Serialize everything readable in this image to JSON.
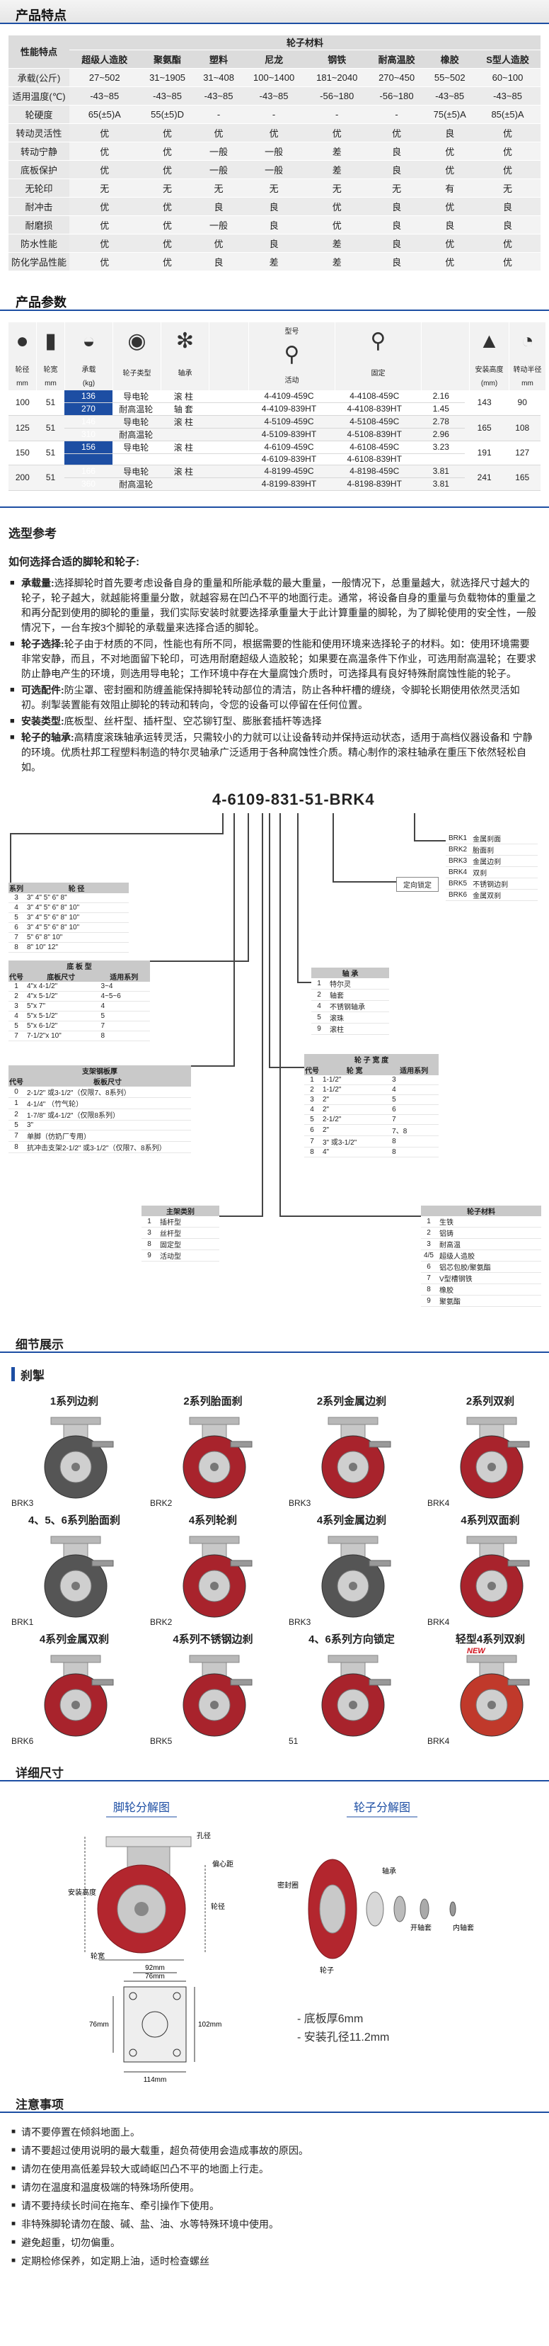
{
  "features": {
    "title": "产品特点",
    "material_header": "轮子材料",
    "row_header": "性能特点",
    "columns": [
      "超级人造胶",
      "聚氨酯",
      "塑料",
      "尼龙",
      "钢铁",
      "耐高温胶",
      "橡胶",
      "S型人造胶"
    ],
    "rows": [
      {
        "label": "承载(公斤)",
        "cells": [
          "27~502",
          "31~1905",
          "31~408",
          "100~1400",
          "181~2040",
          "270~450",
          "55~502",
          "60~100"
        ]
      },
      {
        "label": "适用温度(℃)",
        "cells": [
          "-43~85",
          "-43~85",
          "-43~85",
          "-43~85",
          "-56~180",
          "-56~180",
          "-43~85",
          "-43~85"
        ]
      },
      {
        "label": "轮硬度",
        "cells": [
          "65(±5)A",
          "55(±5)D",
          "-",
          "-",
          "-",
          "-",
          "75(±5)A",
          "85(±5)A"
        ]
      },
      {
        "label": "转动灵活性",
        "cells": [
          "优",
          "优",
          "优",
          "优",
          "优",
          "优",
          "良",
          "优"
        ]
      },
      {
        "label": "转动宁静",
        "cells": [
          "优",
          "优",
          "一般",
          "一般",
          "差",
          "良",
          "优",
          "优"
        ]
      },
      {
        "label": "底板保护",
        "cells": [
          "优",
          "优",
          "一般",
          "一般",
          "差",
          "良",
          "优",
          "优"
        ]
      },
      {
        "label": "无轮印",
        "cells": [
          "无",
          "无",
          "无",
          "无",
          "无",
          "无",
          "有",
          "无"
        ]
      },
      {
        "label": "耐冲击",
        "cells": [
          "优",
          "优",
          "良",
          "良",
          "优",
          "良",
          "优",
          "良"
        ]
      },
      {
        "label": "耐磨损",
        "cells": [
          "优",
          "优",
          "一般",
          "良",
          "优",
          "良",
          "良",
          "良"
        ]
      },
      {
        "label": "防水性能",
        "cells": [
          "优",
          "优",
          "优",
          "良",
          "差",
          "良",
          "优",
          "优"
        ]
      },
      {
        "label": "防化学品性能",
        "cells": [
          "优",
          "优",
          "良",
          "差",
          "差",
          "良",
          "优",
          "优"
        ]
      }
    ]
  },
  "params": {
    "title": "产品参数",
    "model_header": "型号",
    "icon_labels": [
      "轮径",
      "轮宽",
      "承载",
      "轮子类型",
      "轴承",
      "活动",
      "固定",
      "安装高度",
      "转动半径"
    ],
    "units": [
      "mm",
      "mm",
      "(kg)",
      "",
      "",
      "",
      "",
      "(mm)",
      "mm"
    ],
    "rows": [
      {
        "diam": "100",
        "width": "51",
        "subs": [
          {
            "load": "136",
            "type": "导电轮",
            "bearing": "滚 柱",
            "swivel": "4-4109-459C",
            "rigid": "4-4108-459C",
            "mount": "2.16"
          },
          {
            "load": "270",
            "type": "耐高温轮",
            "bearing": "轴 套",
            "swivel": "4-4109-839HT",
            "rigid": "4-4108-839HT",
            "mount": "1.45"
          }
        ],
        "height": "143",
        "radius": "90"
      },
      {
        "diam": "125",
        "width": "51",
        "subs": [
          {
            "load": "146",
            "type": "导电轮",
            "bearing": "滚 柱",
            "swivel": "4-5109-459C",
            "rigid": "4-5108-459C",
            "mount": "2.78"
          },
          {
            "load": "310",
            "type": "耐高温轮",
            "bearing": "",
            "swivel": "4-5109-839HT",
            "rigid": "4-5108-839HT",
            "mount": "2.96"
          }
        ],
        "height": "165",
        "radius": "108"
      },
      {
        "diam": "150",
        "width": "51",
        "subs": [
          {
            "load": "156",
            "type": "导电轮",
            "bearing": "滚 柱",
            "swivel": "4-6109-459C",
            "rigid": "4-6108-459C",
            "mount": "3.23"
          },
          {
            "load": "",
            "type": "",
            "bearing": "",
            "swivel": "4-6109-839HT",
            "rigid": "4-6108-839HT",
            "mount": ""
          }
        ],
        "height": "191",
        "radius": "127"
      },
      {
        "diam": "200",
        "width": "51",
        "subs": [
          {
            "load": "166",
            "type": "导电轮",
            "bearing": "滚 柱",
            "swivel": "4-8199-459C",
            "rigid": "4-8198-459C",
            "mount": "3.81"
          },
          {
            "load": "360",
            "type": "耐高温轮",
            "bearing": "",
            "swivel": "4-8199-839HT",
            "rigid": "4-8198-839HT",
            "mount": "3.81"
          }
        ],
        "height": "241",
        "radius": "165"
      }
    ]
  },
  "guide": {
    "title": "选型参考",
    "subtitle": "如何选择合适的脚轮和轮子:",
    "items": [
      {
        "head": "承载量:",
        "text": "选择脚轮时首先要考虑设备自身的重量和所能承载的最大重量，一般情况下，总重量越大，就选择尺寸越大的轮子，轮子越大，就越能将重量分散，就越容易在凹凸不平的地面行走。通常，将设备自身的重量与负载物体的重量之和再分配到使用的脚轮的重量，我们实际安装时就要选择承重量大于此计算重量的脚轮，为了脚轮使用的安全性，一般情况下，一台车按3个脚轮的承载量来选择合适的脚轮。"
      },
      {
        "head": "轮子选择:",
        "text": "轮子由于材质的不同，性能也有所不同，根据需要的性能和使用环境来选择轮子的材料。如：使用环境需要非常安静，而且，不对地面留下轮印，可选用耐磨超级人造胶轮；如果要在高温条件下作业，可选用耐高温轮；在要求防止静电产生的环境，则选用导电轮；工作环境中存在大量腐蚀介质时，可选择具有良好特殊耐腐蚀性能的轮子。"
      },
      {
        "head": "可选配件:",
        "text": "防尘罩、密封圈和防缠盖能保持脚轮转动部位的清洁，防止各种杆槽的缠绕，令脚轮长期使用依然灵活如初。刹掣装置能有效阻止脚轮的转动和转向，令您的设备可以停留在任何位置。"
      },
      {
        "head": "安装类型:",
        "text": "底板型、丝杆型、插杆型、空芯铆钉型、膨胀套插杆等选择"
      },
      {
        "head": "轮子的轴承:",
        "text": "高精度滚珠轴承运转灵活，只需较小的力就可以让设备转动并保持运动状态，适用于高档仪器设备和 宁静的环境。优质杜邦工程塑料制造的特尔灵轴承广泛适用于各种腐蚀性介质。精心制作的滚柱轴承在重压下依然轻松自如。"
      }
    ]
  },
  "code": {
    "title": "4-6109-831-51-BRK4",
    "series_title": "系列",
    "series_col2": "轮 径",
    "series_rows": [
      [
        "3",
        "3\"  4\"  5\"  6\"  8\""
      ],
      [
        "4",
        "3\"  4\"  5\"  6\"  8\"  10\""
      ],
      [
        "5",
        "3\"  4\"  5\"  6\"  8\"  10\""
      ],
      [
        "6",
        "3\"  4\"  5\"  6\"  8\"  10\""
      ],
      [
        "7",
        "        5\"  6\"  8\"  10\""
      ],
      [
        "8",
        "              8\"  10\"  12\""
      ]
    ],
    "brake_opts": [
      [
        "BRK1",
        "金属刹面"
      ],
      [
        "BRK2",
        "胎面刹"
      ],
      [
        "BRK3",
        "金属边刹"
      ],
      [
        "BRK4",
        "双刹"
      ],
      [
        "BRK5",
        "不锈钢边刹"
      ],
      [
        "BRK6",
        "金属双刹"
      ]
    ],
    "lock_label": "定向锁定",
    "bearing_title": "轴 承",
    "bearing_rows": [
      [
        "1",
        "特尔灵"
      ],
      [
        "2",
        "轴套"
      ],
      [
        "4",
        "不锈钢轴承"
      ],
      [
        "5",
        "滚珠"
      ],
      [
        "9",
        "滚柱"
      ]
    ],
    "mount_title": "底 板 型",
    "mount_cols": [
      "代号",
      "底板尺寸",
      "适用系列"
    ],
    "mount_rows": [
      [
        "1",
        "4\"x 4-1/2\"",
        "3~4"
      ],
      [
        "2",
        "4\"x 5-1/2\"",
        "4~5~6"
      ],
      [
        "3",
        "5\"x 7\"",
        "4"
      ],
      [
        "4",
        "5\"x 5-1/2\"",
        "5"
      ],
      [
        "5",
        "5\"x 6-1/2\"",
        "7"
      ],
      [
        "7",
        "7-1/2\"x 10\"",
        "8"
      ]
    ],
    "width_title": "轮 子 宽 度",
    "width_cols": [
      "代号",
      "轮 宽",
      "适用系列"
    ],
    "width_rows": [
      [
        "1",
        "1-1/2\"",
        "3"
      ],
      [
        "2",
        "1-1/2\"",
        "4"
      ],
      [
        "3",
        "2\"",
        "5"
      ],
      [
        "4",
        "2\"",
        "6"
      ],
      [
        "5",
        "2-1/2\"",
        "7"
      ],
      [
        "6",
        "2\"",
        "7、8"
      ],
      [
        "7",
        "3\" 或3-1/2\"",
        "8"
      ],
      [
        "8",
        "4\"",
        "8"
      ]
    ],
    "stem_title": "支架钢板厚",
    "stem_cols": [
      "代号",
      "板板尺寸"
    ],
    "stem_rows": [
      [
        "0",
        "2-1/2\" 或3-1/2\"（仅限7、8系列）"
      ],
      [
        "1",
        "4-1/4\" （竹气轮）"
      ],
      [
        "2",
        "1-7/8\" 或4-1/2\"（仅限8系列）"
      ],
      [
        "5",
        "3\""
      ],
      [
        "7",
        "单脚（仿奶厂专用）"
      ],
      [
        "8",
        "抗冲击支架2-1/2\" 或3-1/2\"（仅限7、8系列）"
      ]
    ],
    "main_title": "主架类别",
    "main_rows": [
      [
        "1",
        "插杆型"
      ],
      [
        "3",
        "丝杆型"
      ],
      [
        "8",
        "固定型"
      ],
      [
        "9",
        "活动型"
      ]
    ],
    "wheel_title": "轮子材料",
    "wheel_rows": [
      [
        "1",
        "生铁"
      ],
      [
        "2",
        "铝铸"
      ],
      [
        "3",
        "耐高温"
      ],
      [
        "4/5",
        "超级人造胶"
      ],
      [
        "6",
        "铝芯包胶/聚氨酯"
      ],
      [
        "7",
        "V型槽钢铁"
      ],
      [
        "8",
        "橡胶"
      ],
      [
        "9",
        "聚氨酯"
      ]
    ]
  },
  "details": {
    "title": "细节展示",
    "brake_label": "刹掣",
    "items": [
      {
        "title": "1系列边刹",
        "code": "BRK3",
        "new": ""
      },
      {
        "title": "2系列胎面刹",
        "code": "BRK2",
        "new": ""
      },
      {
        "title": "2系列金属边刹",
        "code": "BRK3",
        "new": ""
      },
      {
        "title": "2系列双刹",
        "code": "BRK4",
        "new": ""
      },
      {
        "title": "4、5、6系列胎面刹",
        "code": "BRK1",
        "new": ""
      },
      {
        "title": "4系列轮刹",
        "code": "BRK2",
        "new": ""
      },
      {
        "title": "4系列金属边刹",
        "code": "BRK3",
        "new": ""
      },
      {
        "title": "4系列双面刹",
        "code": "BRK4",
        "new": ""
      },
      {
        "title": "4系列金属双刹",
        "code": "BRK6",
        "new": ""
      },
      {
        "title": "4系列不锈钢边刹",
        "code": "BRK5",
        "new": ""
      },
      {
        "title": "4、6系列方向锁定",
        "code": "51",
        "new": ""
      },
      {
        "title": "轻型4系列双刹",
        "code": "BRK4",
        "new": "NEW"
      }
    ]
  },
  "dims": {
    "title": "详细尺寸",
    "caster_title": "脚轮分解图",
    "wheel_title": "轮子分解图",
    "labels": [
      "孔径",
      "轮宽",
      "轮径",
      "安装高度",
      "偏心距"
    ],
    "wheel_labels": [
      "密封圈",
      "轴承",
      "开轴套",
      "内轴套",
      "轮子"
    ],
    "plate_dims": [
      "92mm",
      "76mm",
      "102mm",
      "76mm",
      "114mm"
    ],
    "specs": [
      "- 底板厚6mm",
      "- 安装孔径11.2mm"
    ]
  },
  "notes": {
    "title": "注意事项",
    "items": [
      "请不要停置在倾斜地面上。",
      "请不要超过使用说明的最大载重，超负荷使用会造成事故的原因。",
      "请勿在使用高低差异较大或崎岖凹凸不平的地面上行走。",
      "请勿在温度和温度极端的特殊场所使用。",
      "请不要持续长时间在拖车、牵引操作下使用。",
      "非特殊脚轮请勿在酸、碱、盐、油、水等特殊环境中使用。",
      "避免超重，切勿偏重。",
      "定期检修保养，如定期上油，适时检查螺丝"
    ]
  }
}
